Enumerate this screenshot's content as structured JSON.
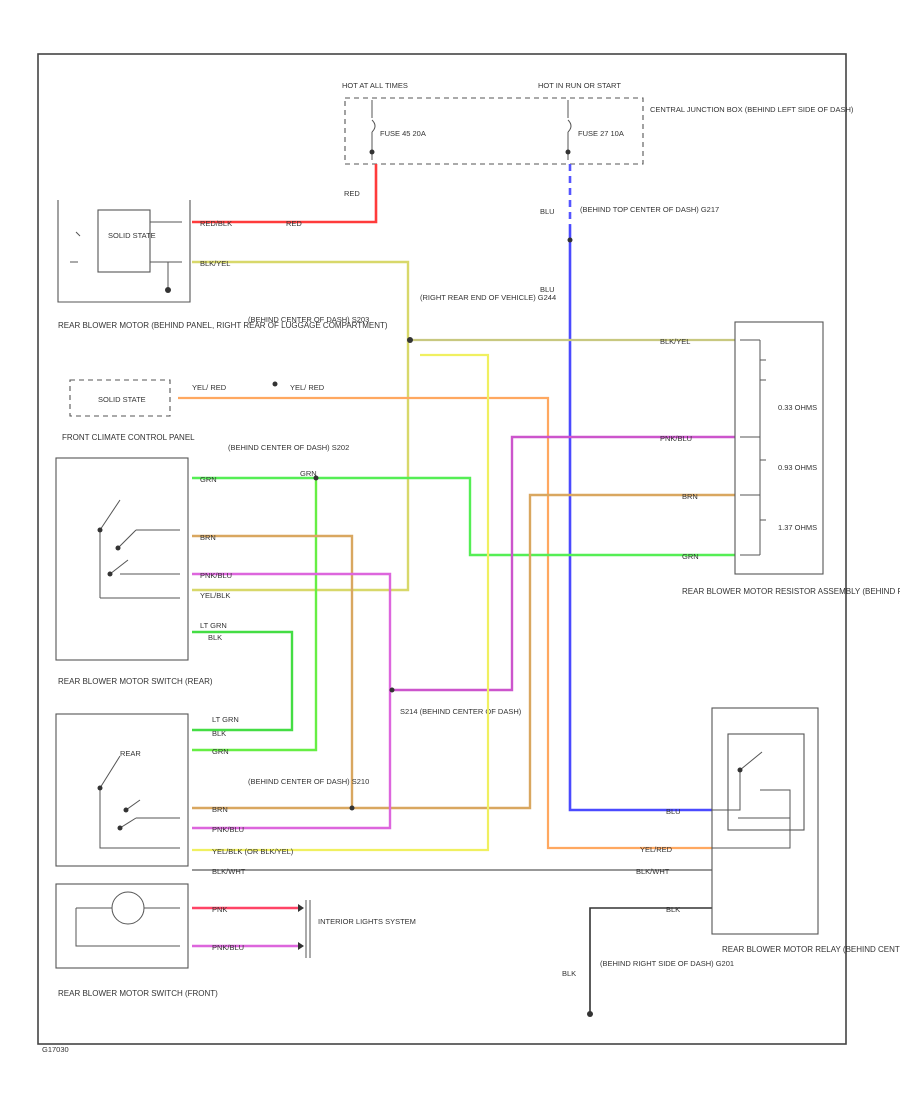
{
  "corner_code": "G17030",
  "top": {
    "hot_at_all": "HOT AT ALL TIMES",
    "hot_run": "HOT IN RUN OR START",
    "fuse_a": "FUSE 45 20A",
    "fuse_b": "FUSE 27 10A",
    "junction_box": "CENTRAL JUNCTION BOX (BEHIND LEFT SIDE OF DASH)"
  },
  "wires": {
    "red": "RED",
    "blu": "BLU",
    "blu2": "BLU",
    "red_blk": "RED/BLK",
    "red2": "RED",
    "blk_yel": "BLK/YEL",
    "blk_yel2": "BLK/YEL",
    "yel_red": "YEL/ RED",
    "yel_red_r": "YEL/ RED",
    "grn_left": "GRN",
    "grn_mid": "GRN",
    "brn": "BRN",
    "pnk_blu": "PNK/BLU",
    "yel_blk": "YEL/BLK",
    "lt_grn": "LT GRN",
    "blk": "BLK",
    "pnk_blu_r": "PNK/BLU",
    "brn_r": "BRN",
    "grn_r": "GRN",
    "lt_grn2": "LT GRN",
    "blk2": "BLK",
    "grn2": "GRN",
    "brn2": "BRN",
    "pnk_blu2": "PNK/BLU",
    "yel_blk_or": "YEL/BLK (OR BLK/YEL)",
    "blk_wht": "BLK/WHT",
    "pnk": "PNK",
    "pnk_blu3": "PNK/BLU",
    "blu_relay": "BLU",
    "yel_red_relay": "YEL/RED",
    "blk_wht_relay": "BLK/WHT",
    "blk_relay": "BLK",
    "blk_ground": "BLK"
  },
  "grounds": {
    "top_center": "(BEHIND TOP CENTER OF DASH) G217",
    "right_rear": "(RIGHT REAR END OF VEHICLE) G244",
    "right_side": "(BEHIND RIGHT SIDE OF DASH) G201"
  },
  "splices": {
    "s203": "(BEHIND CENTER OF DASH) S203",
    "s202": "(BEHIND CENTER OF DASH) S202",
    "s214": "S214 (BEHIND CENTER OF DASH)",
    "s210": "(BEHIND CENTER OF DASH) S210"
  },
  "components": {
    "solid_state": "SOLID STATE",
    "solid_state2": "SOLID STATE",
    "rear_blower_motor": "REAR BLOWER MOTOR (BEHIND PANEL, RIGHT REAR OF LUGGAGE COMPARTMENT)",
    "front_climate": "FRONT CLIMATE CONTROL PANEL",
    "switch_rear": "REAR BLOWER MOTOR SWITCH (REAR)",
    "switch_front": "REAR BLOWER MOTOR SWITCH (FRONT)",
    "resistor": "REAR BLOWER MOTOR RESISTOR ASSEMBLY (BEHIND PANEL, RIGHT REAR OF LUGGAGE COMPARTMENT)",
    "relay": "REAR BLOWER MOTOR RELAY (BEHIND CENTER OF DASH)",
    "interior_lights": "INTERIOR LIGHTS SYSTEM",
    "ohm1": "0.33 OHMS",
    "ohm2": "0.93 OHMS",
    "ohm3": "1.37 OHMS",
    "rear_label": "REAR"
  }
}
